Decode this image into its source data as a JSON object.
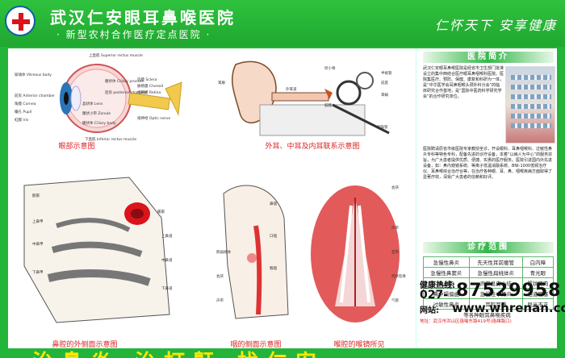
{
  "header": {
    "hospital_name": "武汉仁安眼耳鼻喉医院",
    "subtitle": "· 新型农村合作医疗定点医院 ·",
    "slogan": "仁怀天下  安享健康",
    "brand_color": "#23b53a"
  },
  "diagrams": [
    {
      "caption": "眼部示意图",
      "labels": [
        "上直肌 Superior rectus muscle",
        "玻璃体 Vitreous body",
        "睫状体 Ciliary process",
        "后房 posterior chamber",
        "前房 Anterior chamber",
        "角膜 Cornea",
        "瞳孔 Pupil",
        "虹膜 Iris",
        "晶状体 Lens",
        "睫状小带 Zonule",
        "睫状体 Ciliary body",
        "下直肌 Inferior rectus muscle",
        "巩膜 Sclera",
        "脉络膜 Choroid",
        "视网膜 Retina",
        "视神经 Optic nerve"
      ]
    },
    {
      "caption": "外耳、中耳及内耳联系示意图",
      "labels": [
        "耳廓",
        "外耳道",
        "鼓膜",
        "耳蜗",
        "咽鼓管",
        "听小骨",
        "半规管",
        "前庭"
      ]
    },
    {
      "caption": "鼻腔的外侧面示意图",
      "labels": [
        "上鼻甲",
        "中鼻甲",
        "下鼻甲",
        "蝶窦",
        "额窦",
        "上鼻道",
        "中鼻道",
        "下鼻道"
      ]
    },
    {
      "caption": "咽的侧面示意图",
      "labels": [
        "鼻咽",
        "口咽",
        "喉咽",
        "腭扁桃体",
        "会厌",
        "声带"
      ]
    },
    {
      "caption": "喉腔的喉镜所见",
      "labels": [
        "会厌",
        "声带",
        "室带",
        "杓状软骨",
        "气管"
      ]
    }
  ],
  "intro": {
    "title": "医院简介",
    "text_top": "武汉仁安眼耳鼻喉医院是经省市卫生部门批准设立的集中西结合医疗眼耳鼻咽喉科医院。医院集医疗、预防、保健、康复和科研为一体，是“中华医学会耳鼻咽喉头颈外科分会”的临床研究合作基地，是“国际中医药科学研究学会”的合作研究单位。",
    "text_bottom": "医院聘请原省市级医院专家教授坐诊，开设眼科、耳鼻咽喉科、过敏性鼻炎专科等特色专科，配备先进的诊疗设备，本着“以病人为中心”的服务宗旨，为广大患者提供优质、便捷、实惠的医疗服务。医院引进国内外先进设备，如：鼻内窥镜系统、等离子低温消融系统、BNI-1000低频治疗仪、耳鼻喉综合治疗台等，在治疗各种眼、耳、鼻、咽喉疾病方面取得了显著疗效，深受广大患者的信赖和好评。"
  },
  "scope": {
    "title": "诊疗范围",
    "rows": [
      [
        "急慢性鼻炎",
        "先天性耳前瘘管",
        "白内障"
      ],
      [
        "急慢性鼻窦炎",
        "急慢性扁桃体炎",
        "青光眼"
      ],
      [
        "鼻息肉",
        "声带息肉小结",
        "翼状胬肉"
      ],
      [
        "鼻中隔偏曲",
        "急慢性中耳炎",
        "泪道阻塞"
      ],
      [
        "过敏性鼻炎",
        "耳鸣耳聋",
        "屈光不正"
      ]
    ],
    "footer": "等各种眼耳鼻喉疾病"
  },
  "contact": {
    "hotline_label": "健康热线:",
    "area_code": "027-",
    "phone": "87529958",
    "site_label": "网站:",
    "website": "www.whrenan.com",
    "address": "地址：武汉市洪山区珞喻东路419号(珞雄路口)"
  },
  "bottom_banner": "治鼻炎  治打鼾  找仁安"
}
